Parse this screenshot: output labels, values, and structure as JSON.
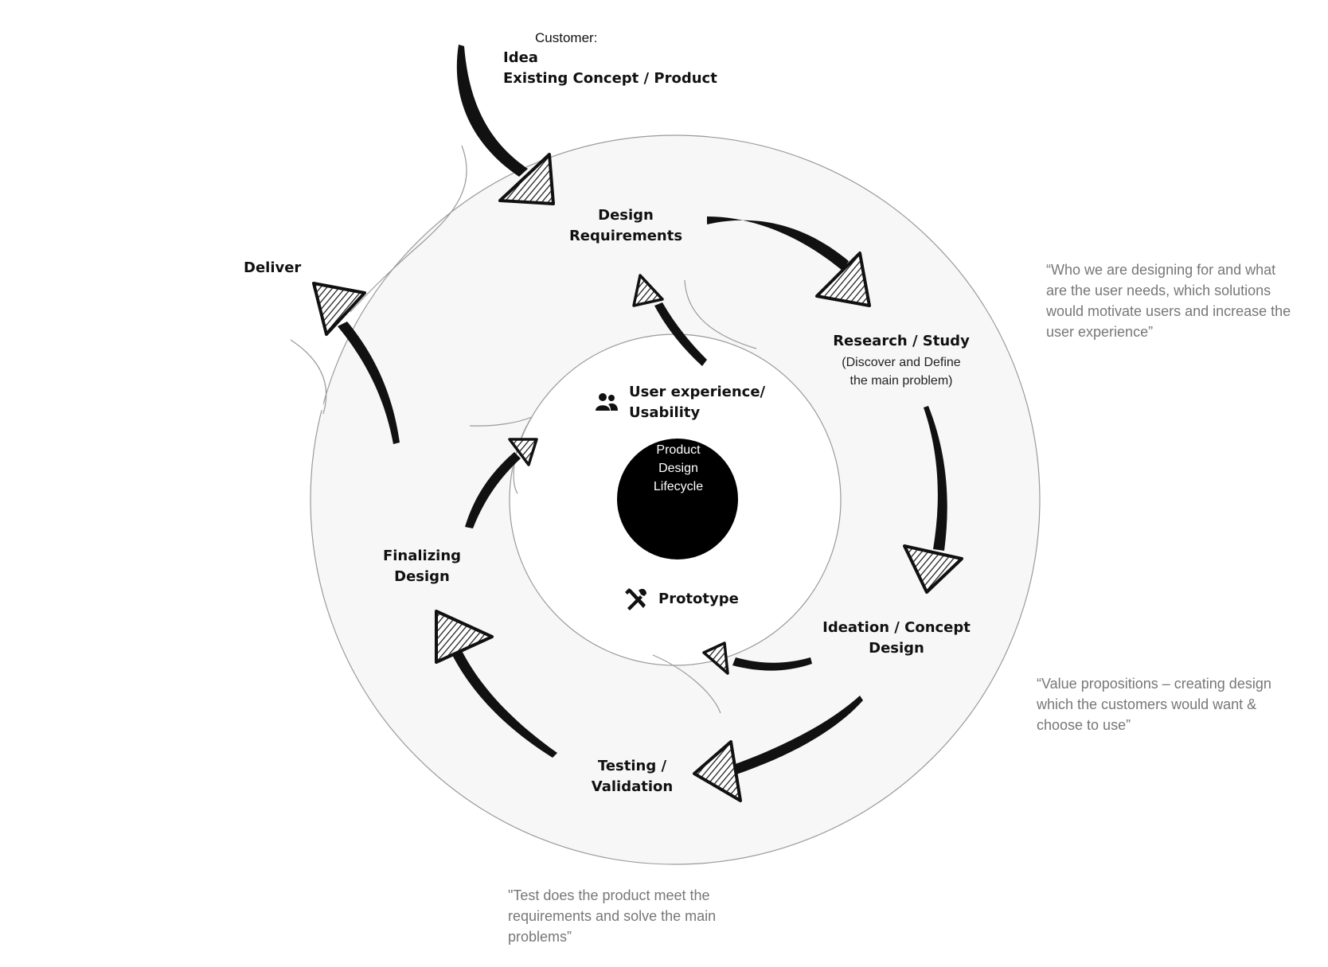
{
  "customer": {
    "prefix": "Customer:",
    "idea": "Idea",
    "existing": "Existing Concept / Product"
  },
  "center": {
    "line1": "Product",
    "line2": "Design",
    "line3": "Lifecycle"
  },
  "stages": {
    "design_requirements": [
      "Design",
      "Requirements"
    ],
    "research_study": {
      "title": "Research / Study",
      "sub1": "(Discover and Define",
      "sub2": "the main problem)"
    },
    "ideation": [
      "Ideation / Concept",
      "Design"
    ],
    "testing": [
      "Testing /",
      "Validation"
    ],
    "finalizing": [
      "Finalizing",
      "Design"
    ],
    "deliver": "Deliver"
  },
  "inner": {
    "ux": [
      "User experience/",
      "Usability"
    ],
    "prototype": "Prototype"
  },
  "icons": {
    "ux": "users-icon",
    "prototype": "tools-icon"
  },
  "quotes": {
    "research": [
      "“Who we are designing for and what",
      "are the user needs, which solutions",
      "would motivate users and increase the",
      "user experience”"
    ],
    "ideation": [
      "“Value propositions – creating design",
      "which the customers would want &",
      "choose to use”"
    ],
    "testing": [
      "\"Test does the product meet the",
      "requirements and solve the main",
      "problems”"
    ]
  },
  "colors": {
    "ring_fill": "#f7f7f7",
    "ring_line": "#9a9a9a",
    "arrow": "#111111",
    "quote_text": "#777777"
  }
}
